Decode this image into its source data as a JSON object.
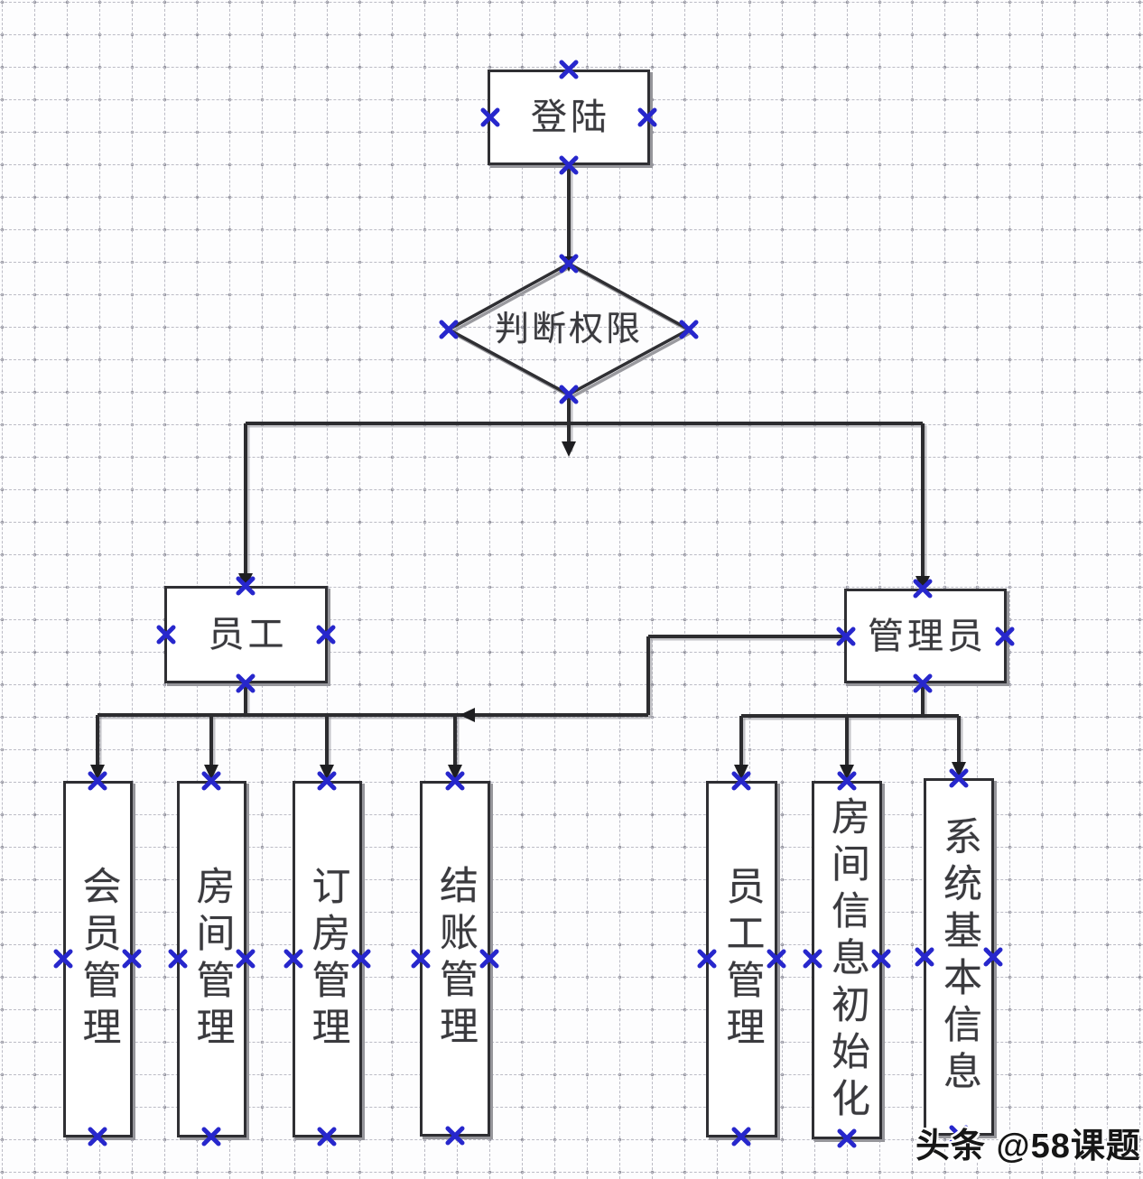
{
  "diagram": {
    "nodes": [
      {
        "id": "login",
        "label": "登陆",
        "shape": "rectangle"
      },
      {
        "id": "permission-check",
        "label": "判断权限",
        "shape": "diamond"
      },
      {
        "id": "employee",
        "label": "员工",
        "shape": "rectangle"
      },
      {
        "id": "admin",
        "label": "管理员",
        "shape": "rectangle"
      },
      {
        "id": "member-management",
        "label": "会员管理",
        "shape": "rectangle"
      },
      {
        "id": "room-management",
        "label": "房间管理",
        "shape": "rectangle"
      },
      {
        "id": "booking-management",
        "label": "订房管理",
        "shape": "rectangle"
      },
      {
        "id": "checkout-management",
        "label": "结账管理",
        "shape": "rectangle"
      },
      {
        "id": "employee-management",
        "label": "员工管理",
        "shape": "rectangle"
      },
      {
        "id": "room-info-initialization",
        "label": "房间信息初始化",
        "shape": "rectangle"
      },
      {
        "id": "system-basic-info",
        "label": "系统基本信息",
        "shape": "rectangle"
      }
    ],
    "edges": [
      {
        "from": "login",
        "to": "permission-check"
      },
      {
        "from": "permission-check",
        "to": "employee"
      },
      {
        "from": "permission-check",
        "to": "admin"
      },
      {
        "from": "employee",
        "to": "member-management"
      },
      {
        "from": "employee",
        "to": "room-management"
      },
      {
        "from": "employee",
        "to": "booking-management"
      },
      {
        "from": "employee",
        "to": "checkout-management"
      },
      {
        "from": "admin",
        "to": "checkout-management"
      },
      {
        "from": "admin",
        "to": "employee-management"
      },
      {
        "from": "admin",
        "to": "room-info-initialization"
      },
      {
        "from": "admin",
        "to": "system-basic-info"
      }
    ],
    "connection_marker": "x-cross",
    "colors": {
      "connector": "#2c2c2f",
      "connection_point_blue": "#2727cc",
      "shape_border": "#2f2f33",
      "shape_shadow": "#96969b",
      "grid_line": "#bcbcc6"
    }
  },
  "watermark": {
    "text": "头条 @58课题"
  }
}
